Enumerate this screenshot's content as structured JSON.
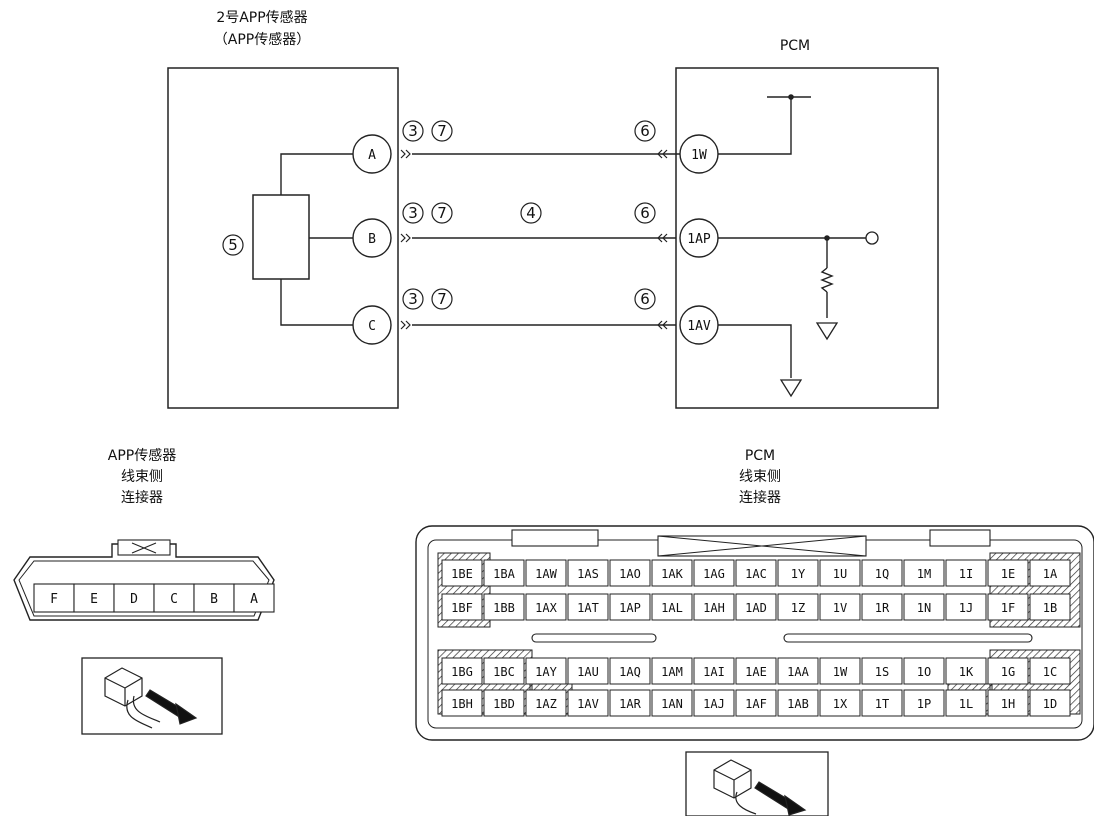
{
  "titles": {
    "sensor_box": [
      "2号APP传感器",
      "（APP传感器）"
    ],
    "pcm_box": "PCM",
    "app_connector": [
      "APP传感器",
      "线束侧",
      "连接器"
    ],
    "pcm_connector": [
      "PCM",
      "线束侧",
      "连接器"
    ]
  },
  "sensor_pins": [
    "A",
    "B",
    "C"
  ],
  "pcm_pins": [
    "1W",
    "1AP",
    "1AV"
  ],
  "callouts": {
    "a_sensor": [
      "3",
      "7"
    ],
    "b_sensor": [
      "3",
      "7"
    ],
    "c_sensor": [
      "3",
      "7"
    ],
    "b_mid": "4",
    "pcm_side": "6",
    "component": "5"
  },
  "app_connector_pins": [
    "F",
    "E",
    "D",
    "C",
    "B",
    "A"
  ],
  "pcm_connector_rows": [
    [
      "1BE",
      "1BA",
      "1AW",
      "1AS",
      "1AO",
      "1AK",
      "1AG",
      "1AC",
      "1Y",
      "1U",
      "1Q",
      "1M",
      "1I",
      "1E",
      "1A"
    ],
    [
      "1BF",
      "1BB",
      "1AX",
      "1AT",
      "1AP",
      "1AL",
      "1AH",
      "1AD",
      "1Z",
      "1V",
      "1R",
      "1N",
      "1J",
      "1F",
      "1B"
    ],
    [
      "1BG",
      "1BC",
      "1AY",
      "1AU",
      "1AQ",
      "1AM",
      "1AI",
      "1AE",
      "1AA",
      "1W",
      "1S",
      "1O",
      "1K",
      "1G",
      "1C"
    ],
    [
      "1BH",
      "1BD",
      "1AZ",
      "1AV",
      "1AR",
      "1AN",
      "1AJ",
      "1AF",
      "1AB",
      "1X",
      "1T",
      "1P",
      "1L",
      "1H",
      "1D"
    ]
  ]
}
